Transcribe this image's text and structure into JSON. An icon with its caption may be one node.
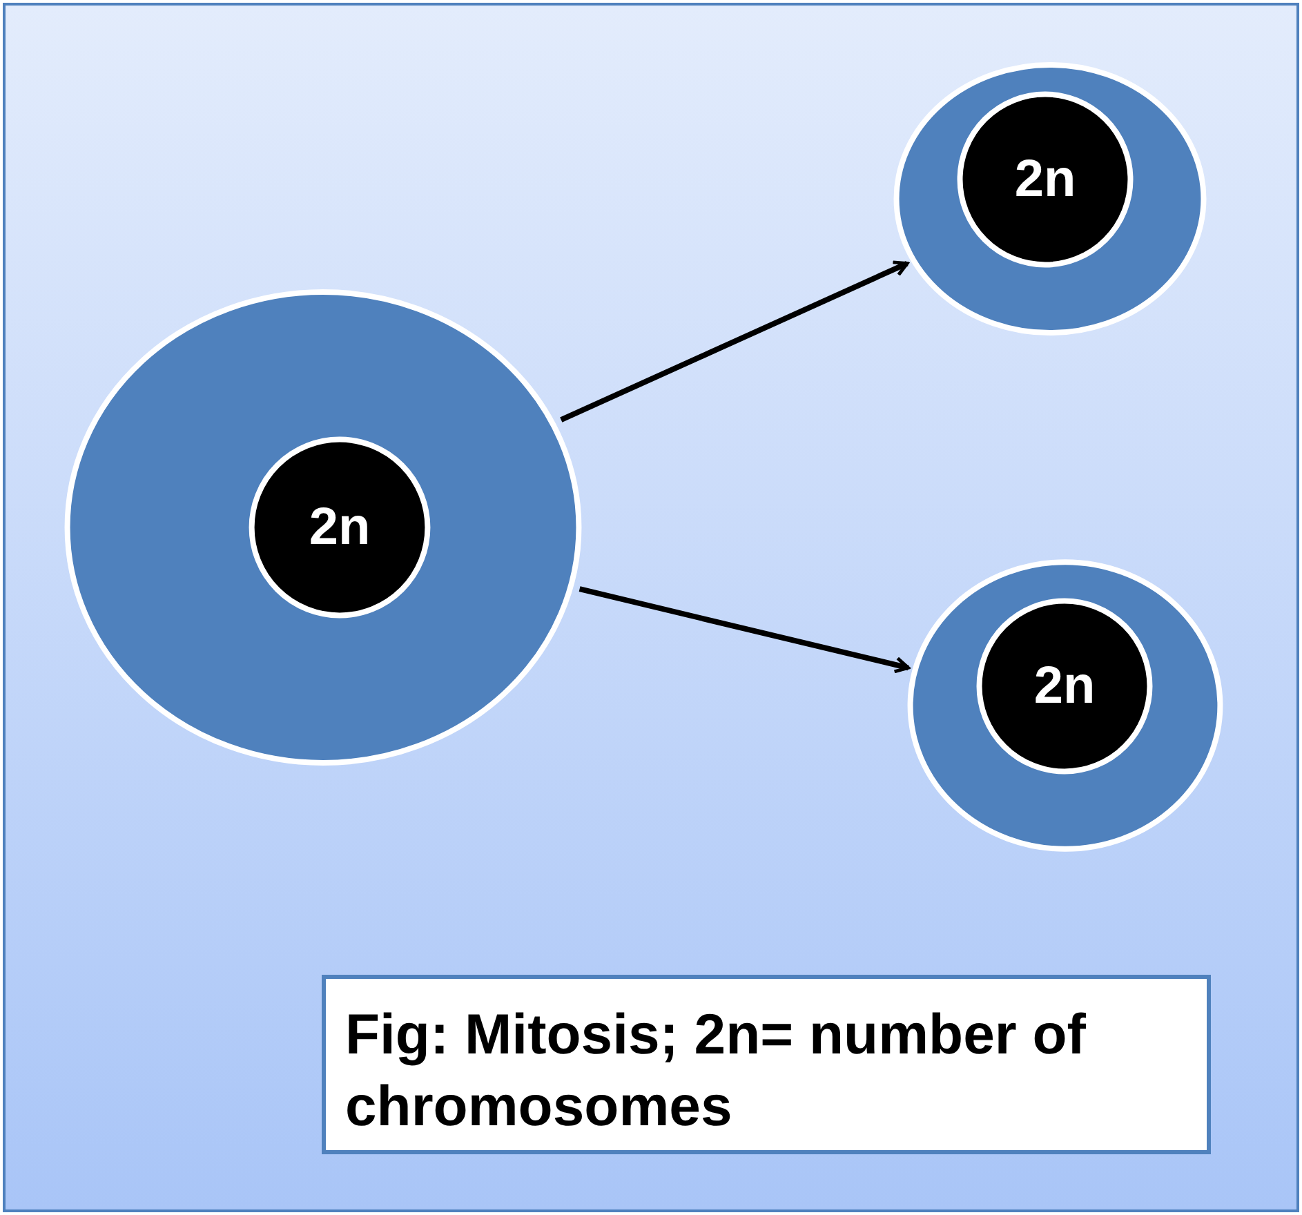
{
  "diagram": {
    "caption": "Fig: Mitosis; 2n= number of chromosomes",
    "nodes": [
      {
        "text": [],
        "shape": "circle"
      },
      {
        "text": [
          "2n"
        ],
        "in": 0
      },
      {
        "text": [],
        "shape": "circle"
      },
      {
        "text": [
          "2n"
        ],
        "in": 2
      },
      {
        "text": [],
        "shape": "circle"
      },
      {
        "text": [
          "2n"
        ],
        "in": 4
      }
    ],
    "edges": [
      {
        "from": 0,
        "to": 2,
        "arrow": "to"
      },
      {
        "from": 0,
        "to": 4,
        "arrow": "to"
      }
    ]
  }
}
